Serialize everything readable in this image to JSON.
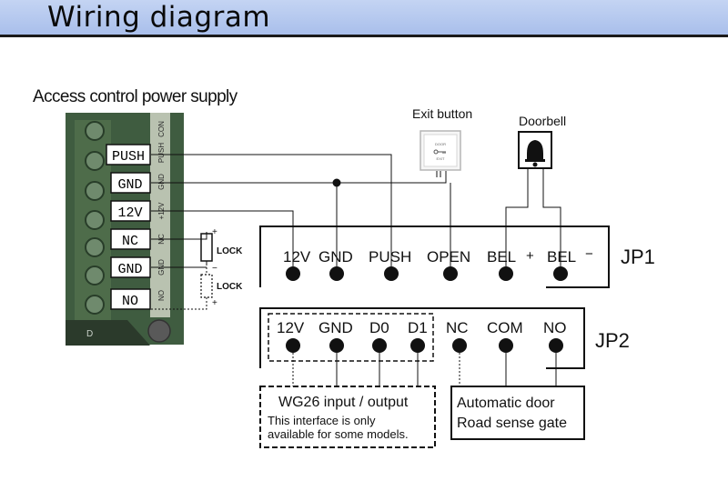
{
  "header": {
    "title": "Wiring diagram"
  },
  "power_supply": {
    "title": "Access control power supply",
    "terminals": [
      "PUSH",
      "GND",
      "12V",
      "NC",
      "GND",
      "NO"
    ],
    "side_labels": [
      "CON",
      "PUSH",
      "GND",
      "+12V",
      "NC",
      "GND",
      "NO"
    ]
  },
  "locks": {
    "label": "LOCK",
    "plus": "+",
    "minus": "−"
  },
  "exit_button": {
    "label": "Exit button",
    "plate_lines": [
      "DOOR",
      "EXIT"
    ]
  },
  "doorbell": {
    "label": "Doorbell"
  },
  "jp1": {
    "name": "JP1",
    "pins": [
      "12V",
      "GND",
      "PUSH",
      "OPEN",
      "BEL",
      "BEL"
    ],
    "plus": "+",
    "minus": "−"
  },
  "jp2": {
    "name": "JP2",
    "pins": [
      "12V",
      "GND",
      "D0",
      "D1",
      "NC",
      "COM",
      "NO"
    ]
  },
  "wg26": {
    "title": "WG26 input / output",
    "note_lines": [
      "This interface is only",
      "available for some models."
    ]
  },
  "door": {
    "lines": [
      "Automatic door",
      "Road sense gate"
    ]
  }
}
